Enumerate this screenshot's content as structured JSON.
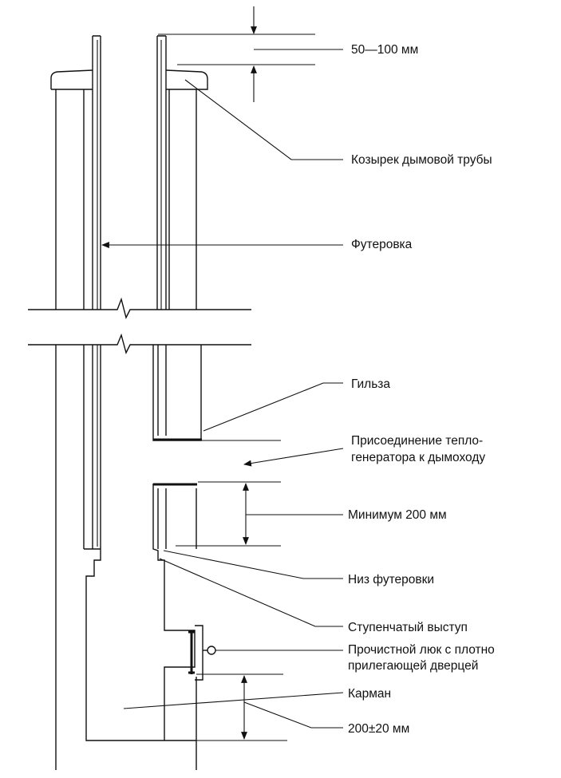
{
  "labels": {
    "cap_gap": "50—100 мм",
    "cap": "Козырек дымовой трубы",
    "lining": "Футеровка",
    "sleeve": "Гильза",
    "connection_line1": "Присоединение тепло-",
    "connection_line2": "генератора к дымоходу",
    "min_200": "Минимум 200 мм",
    "lining_bottom": "Низ футеровки",
    "step_ledge": "Ступенчатый выступ",
    "cleanout_line1": "Прочистной люк с плотно",
    "cleanout_line2": "прилегающей дверцей",
    "pocket": "Карман",
    "pocket_depth": "200±20 мм"
  },
  "colors": {
    "ink": "#111111",
    "paper": "#ffffff"
  }
}
